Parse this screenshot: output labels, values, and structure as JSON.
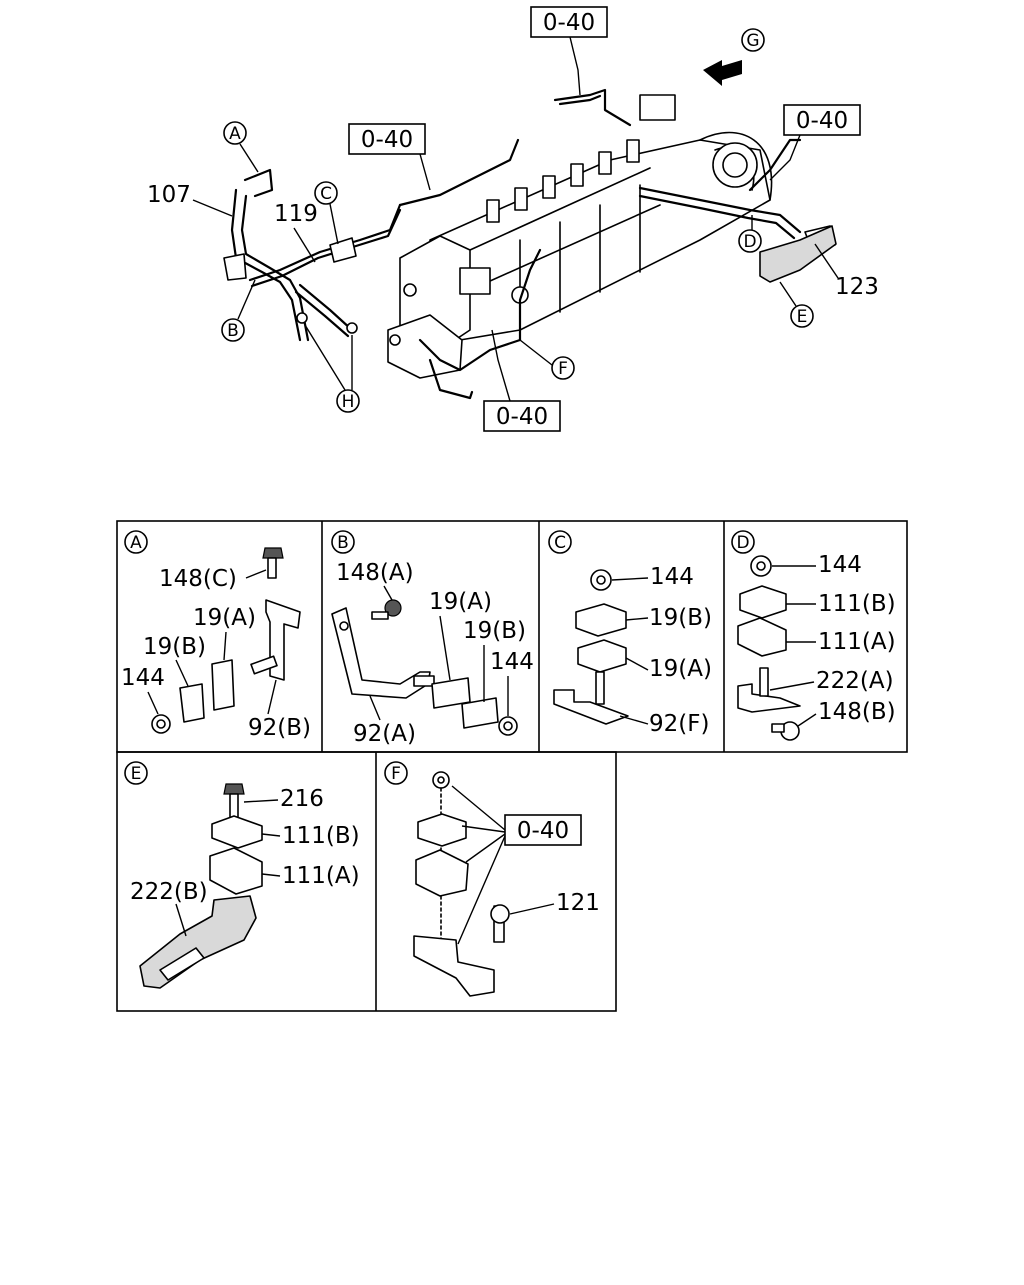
{
  "main_view": {
    "ref_boxes": [
      "0-40",
      "0-40",
      "0-40",
      "0-40"
    ],
    "callouts": [
      "A",
      "B",
      "C",
      "D",
      "E",
      "F",
      "G",
      "H"
    ],
    "part_labels": [
      "107",
      "119",
      "123"
    ]
  },
  "details": {
    "A": {
      "letter": "A",
      "labels": [
        "148(C)",
        "19(A)",
        "19(B)",
        "144",
        "92(B)"
      ]
    },
    "B": {
      "letter": "B",
      "labels": [
        "148(A)",
        "19(A)",
        "19(B)",
        "144",
        "92(A)"
      ]
    },
    "C": {
      "letter": "C",
      "labels": [
        "144",
        "19(B)",
        "19(A)",
        "92(F)"
      ]
    },
    "D": {
      "letter": "D",
      "labels": [
        "144",
        "111(B)",
        "111(A)",
        "222(A)",
        "148(B)"
      ]
    },
    "E": {
      "letter": "E",
      "labels": [
        "216",
        "111(B)",
        "111(A)",
        "222(B)"
      ]
    },
    "F": {
      "letter": "F",
      "ref_box": "0-40",
      "labels": [
        "121"
      ]
    }
  },
  "icons": [
    "view-arrow-icon"
  ]
}
